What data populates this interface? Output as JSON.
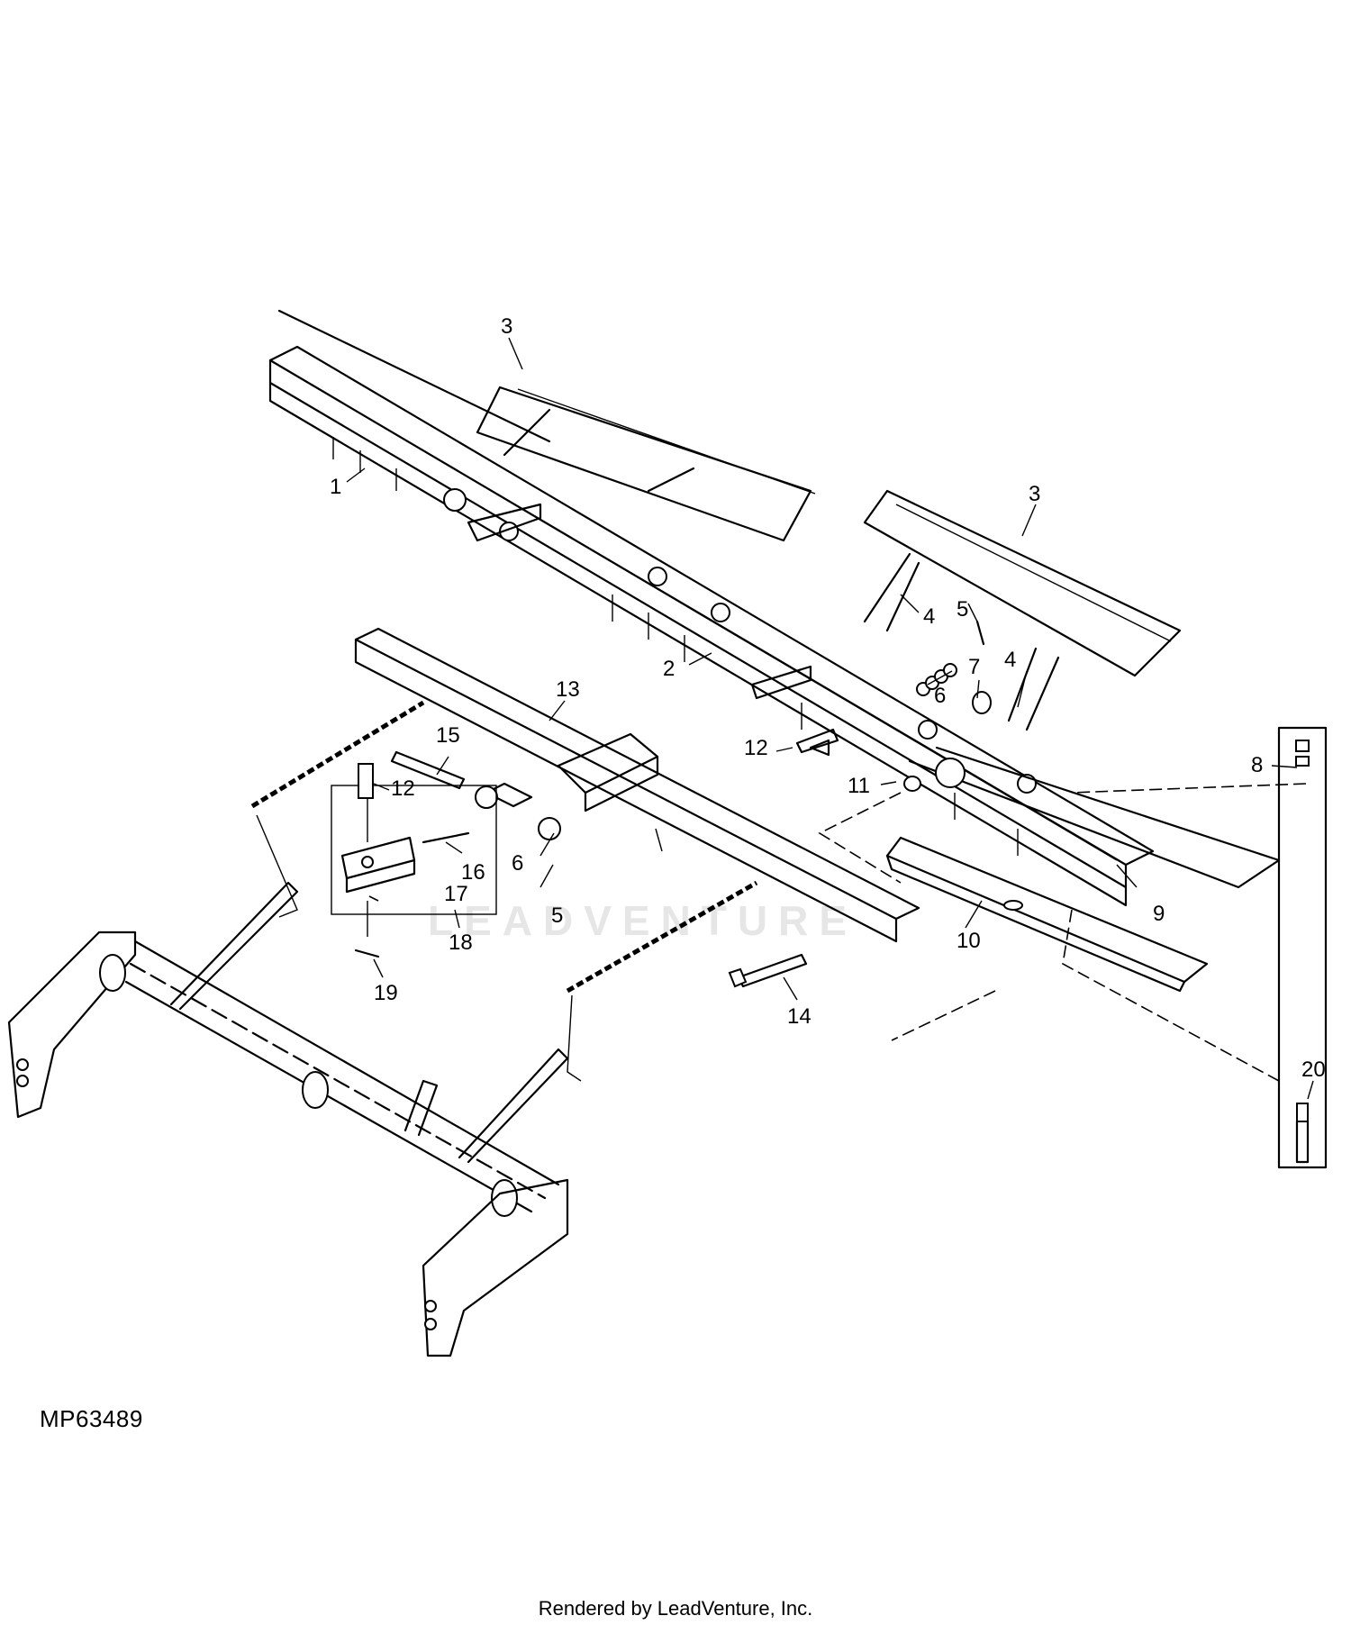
{
  "figure_id": "MP63489",
  "watermark": "LEADVENTURE",
  "footer": "Rendered by LeadVenture, Inc.",
  "callouts": [
    "1",
    "2",
    "3",
    "3",
    "4",
    "4",
    "5",
    "5",
    "6",
    "6",
    "7",
    "8",
    "9",
    "10",
    "11",
    "12",
    "12",
    "13",
    "14",
    "15",
    "16",
    "17",
    "18",
    "19",
    "20"
  ]
}
